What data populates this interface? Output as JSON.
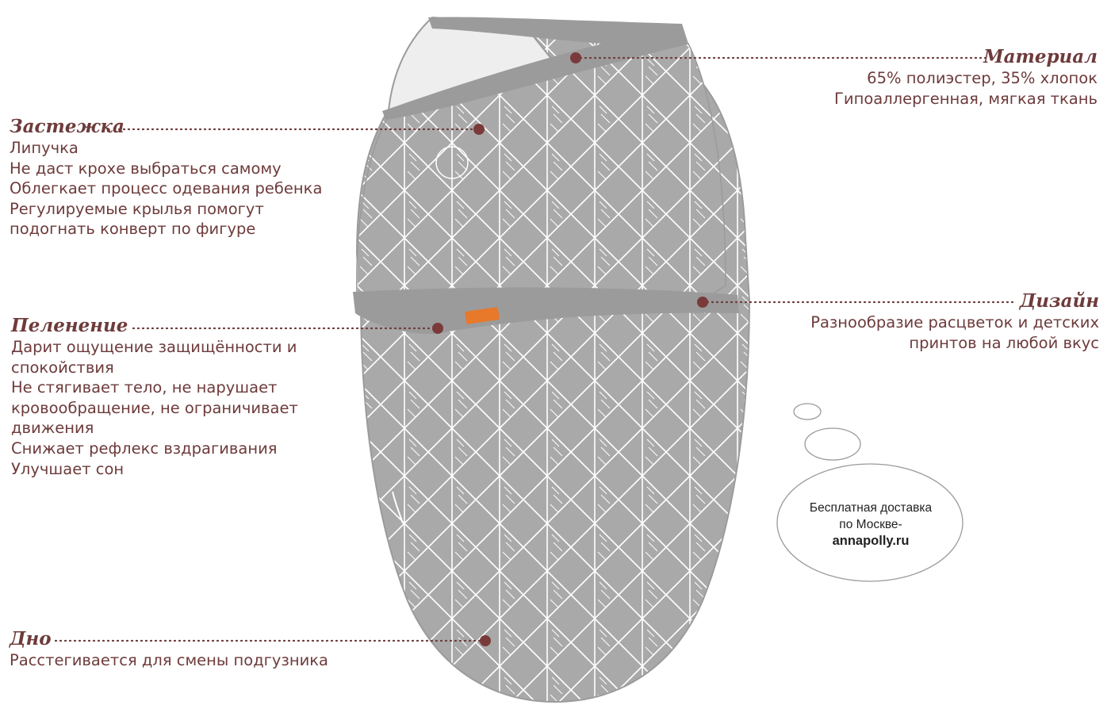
{
  "colors": {
    "accent": "#6e3b3b",
    "fabric": "#a9a9a9",
    "trim": "#9b9b9b",
    "pattern": "#ffffff",
    "tag": "#e8782a"
  },
  "features": {
    "material": {
      "title": "Материал",
      "lines": [
        "65% полиэстер, 35% хлопок",
        "Гипоаллергенная, мягкая ткань"
      ]
    },
    "fastener": {
      "title": "Застежка",
      "lines": [
        "Липучка",
        "Не даст крохе выбраться самому",
        "Облегкает процесс одевания ребенка",
        "Регулируемые крылья помогут",
        "подогнать конверт по фигуре"
      ]
    },
    "swaddling": {
      "title": "Пеленение",
      "lines": [
        "Дарит ощущение защищённости и",
        "спокойствия",
        "Не стягивает тело, не нарушает",
        "кровообращение, не ограничивает",
        "движения",
        "Снижает рефлекс вздрагивания",
        "Улучшает сон"
      ]
    },
    "design": {
      "title": "Дизайн",
      "lines": [
        "Разнообразие расцветок и детских",
        "принтов на любой вкус"
      ]
    },
    "bottom": {
      "title": "Дно",
      "lines": [
        "Расстегивается для смены подгузника"
      ]
    }
  },
  "bubble": {
    "line1": "Бесплатная доставка",
    "line2": "по Москве-",
    "site": "annapolly.ru"
  }
}
